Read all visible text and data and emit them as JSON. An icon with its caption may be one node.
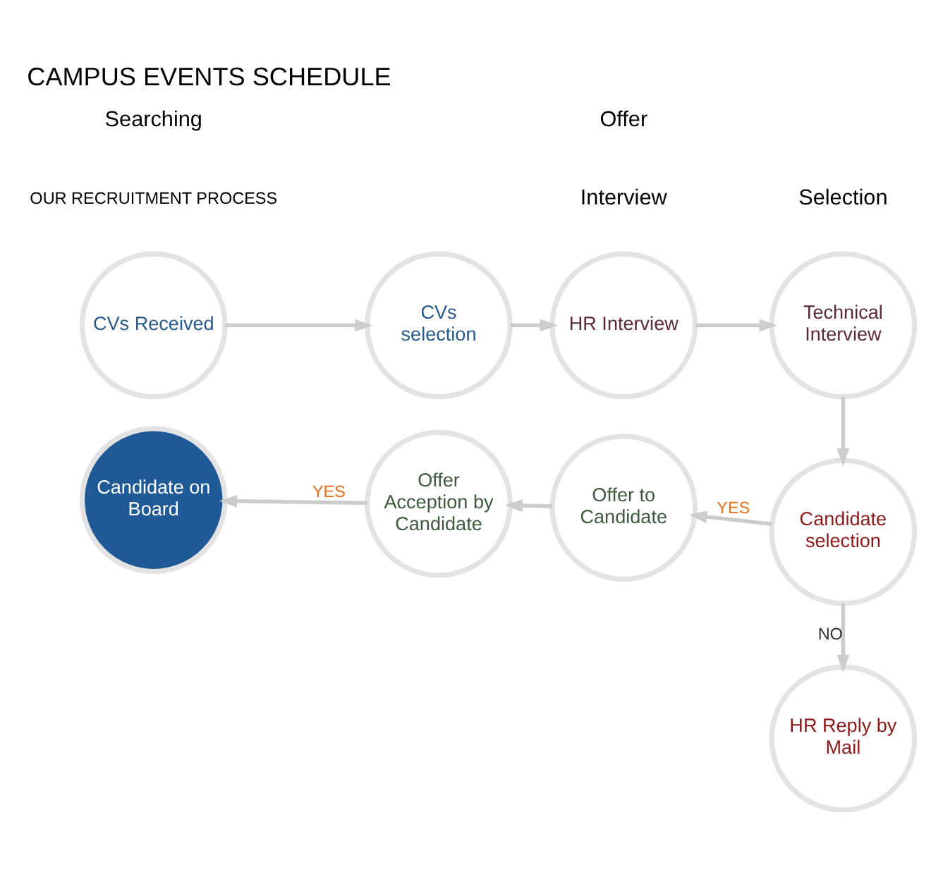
{
  "diagram": {
    "title": "CAMPUS EVENTS SCHEDULE",
    "nodes": [
      {
        "text": [
          "CVs Received"
        ]
      },
      {
        "text": [
          "CVs selection"
        ]
      },
      {
        "text": [
          "HR Interview"
        ]
      },
      {
        "text": [
          "Technical Interview"
        ]
      },
      {
        "text": [
          "Candidate on Board"
        ]
      },
      {
        "text": [
          "Offer Acception by Candidate"
        ]
      },
      {
        "text": [
          "Offer to Candidate"
        ]
      },
      {
        "text": [
          "Candidate selection"
        ]
      },
      {
        "text": [
          "HR Reply by Mail"
        ]
      }
    ],
    "edges": [
      {
        "from": 0,
        "to": 1,
        "arrow": "to"
      },
      {
        "from": 1,
        "to": 2,
        "arrow": "to"
      },
      {
        "from": 2,
        "to": 3,
        "arrow": "to"
      },
      {
        "from": 3,
        "to": 7,
        "arrow": "to"
      },
      {
        "from": 7,
        "to": 6,
        "arrow": "to",
        "label": "YES"
      },
      {
        "from": 6,
        "to": 5,
        "arrow": "to"
      },
      {
        "from": 5,
        "to": 4,
        "arrow": "to",
        "label": "YES"
      },
      {
        "from": 7,
        "to": 8,
        "arrow": "to",
        "label": "NO"
      }
    ],
    "labels": [
      "OUR RECRUITMENT PROCESS",
      "Searching",
      "Interview",
      "Offer",
      "Selection"
    ]
  }
}
